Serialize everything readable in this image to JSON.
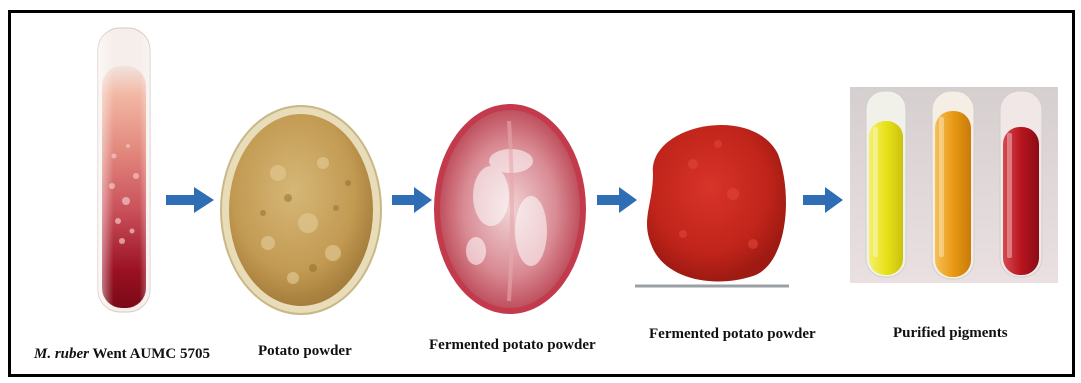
{
  "steps": [
    {
      "caption_italic": "M. ruber",
      "caption": " Went AUMC 5705",
      "image": "slant-culture-tube"
    },
    {
      "caption": "Potato powder",
      "image": "potato-powder-dish"
    },
    {
      "caption": "Fermented potato powder",
      "image": "fermented-dish"
    },
    {
      "caption": "Fermented potato powder",
      "image": "red-powder-heap"
    },
    {
      "caption": "Purified pigments",
      "image": "three-pigment-tubes"
    }
  ],
  "colors": {
    "arrow": "#2f6db5",
    "border": "#000000",
    "yellow_pigment": "#e8e21a",
    "orange_pigment": "#e89a14",
    "red_pigment": "#b8151f",
    "powder": "#c9a35a",
    "red_powder": "#c0241a"
  }
}
